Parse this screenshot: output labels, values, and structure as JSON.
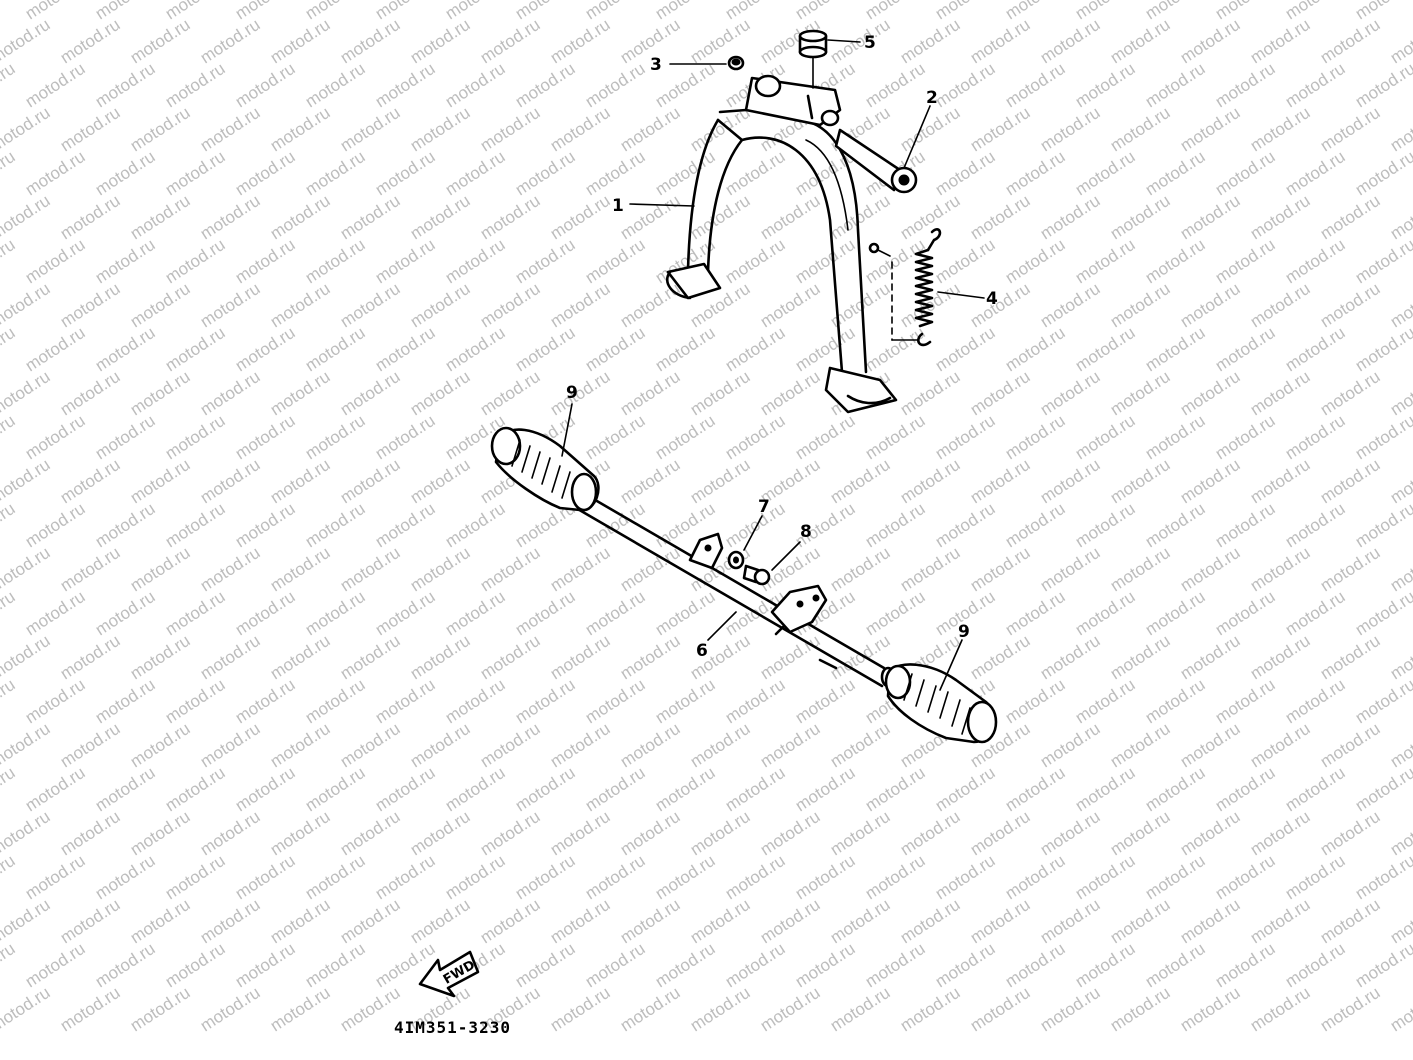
{
  "watermark": {
    "text": "motod.ru"
  },
  "callouts": {
    "c1": "1",
    "c2": "2",
    "c3": "3",
    "c4": "4",
    "c5": "5",
    "c6": "6",
    "c7": "7",
    "c8": "8",
    "c9a": "9",
    "c9b": "9"
  },
  "fwd_label": "FWD",
  "diagram_code": "4IM351-3230"
}
